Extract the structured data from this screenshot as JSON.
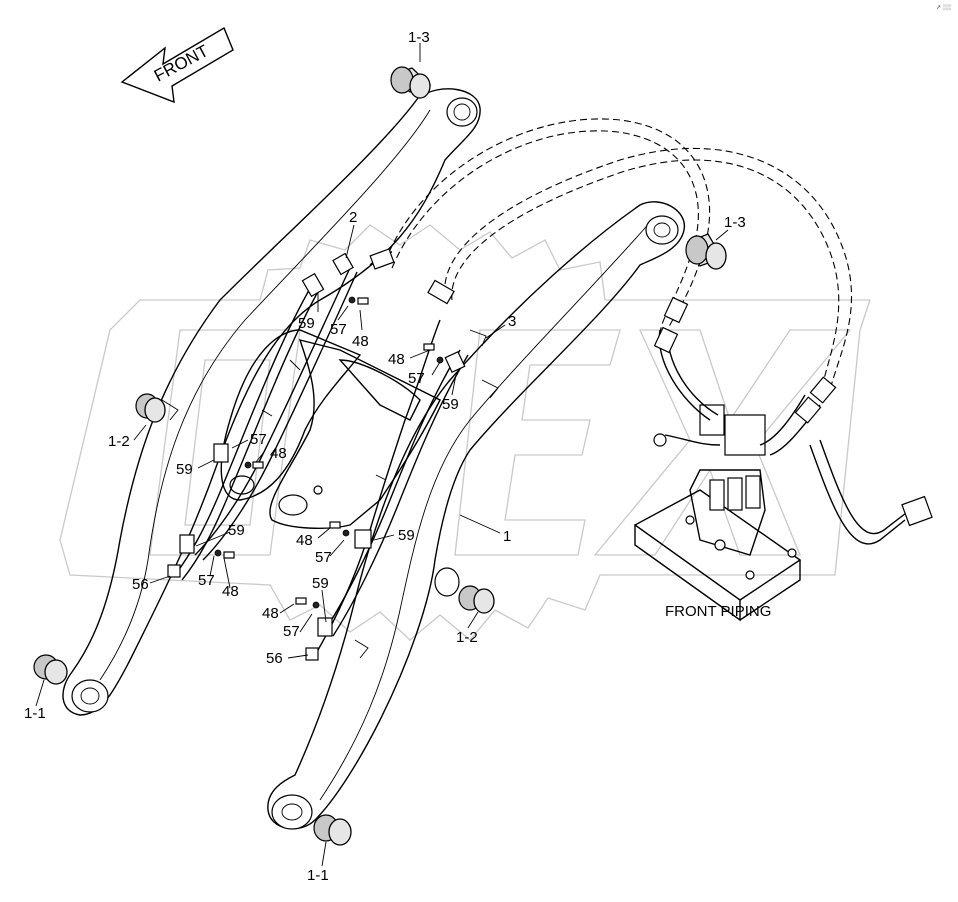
{
  "diagram": {
    "arrow_label": "FRONT",
    "caption": "FRONT PIPING",
    "corner_mark": "↗ ░░",
    "watermark": "OPEX",
    "callouts": [
      {
        "id": "c-1-3-left",
        "text": "1-3"
      },
      {
        "id": "c-1-3-right",
        "text": "1-3"
      },
      {
        "id": "c-2",
        "text": "2"
      },
      {
        "id": "c-3",
        "text": "3"
      },
      {
        "id": "c-59-a",
        "text": "59"
      },
      {
        "id": "c-57-a",
        "text": "57"
      },
      {
        "id": "c-48-a",
        "text": "48"
      },
      {
        "id": "c-48-b",
        "text": "48"
      },
      {
        "id": "c-57-b",
        "text": "57"
      },
      {
        "id": "c-59-b",
        "text": "59"
      },
      {
        "id": "c-1-2-left",
        "text": "1-2"
      },
      {
        "id": "c-57-c",
        "text": "57"
      },
      {
        "id": "c-59-c",
        "text": "59"
      },
      {
        "id": "c-48-c",
        "text": "48"
      },
      {
        "id": "c-59-d",
        "text": "59"
      },
      {
        "id": "c-59-e",
        "text": "59"
      },
      {
        "id": "c-48-d",
        "text": "48"
      },
      {
        "id": "c-57-d",
        "text": "57"
      },
      {
        "id": "c-1",
        "text": "1"
      },
      {
        "id": "c-56-a",
        "text": "56"
      },
      {
        "id": "c-57-e",
        "text": "57"
      },
      {
        "id": "c-48-e",
        "text": "48"
      },
      {
        "id": "c-59-f",
        "text": "59"
      },
      {
        "id": "c-48-f",
        "text": "48"
      },
      {
        "id": "c-57-f",
        "text": "57"
      },
      {
        "id": "c-1-2-right",
        "text": "1-2"
      },
      {
        "id": "c-56-b",
        "text": "56"
      },
      {
        "id": "c-1-1-left",
        "text": "1-1"
      },
      {
        "id": "c-1-1-right",
        "text": "1-1"
      }
    ]
  }
}
